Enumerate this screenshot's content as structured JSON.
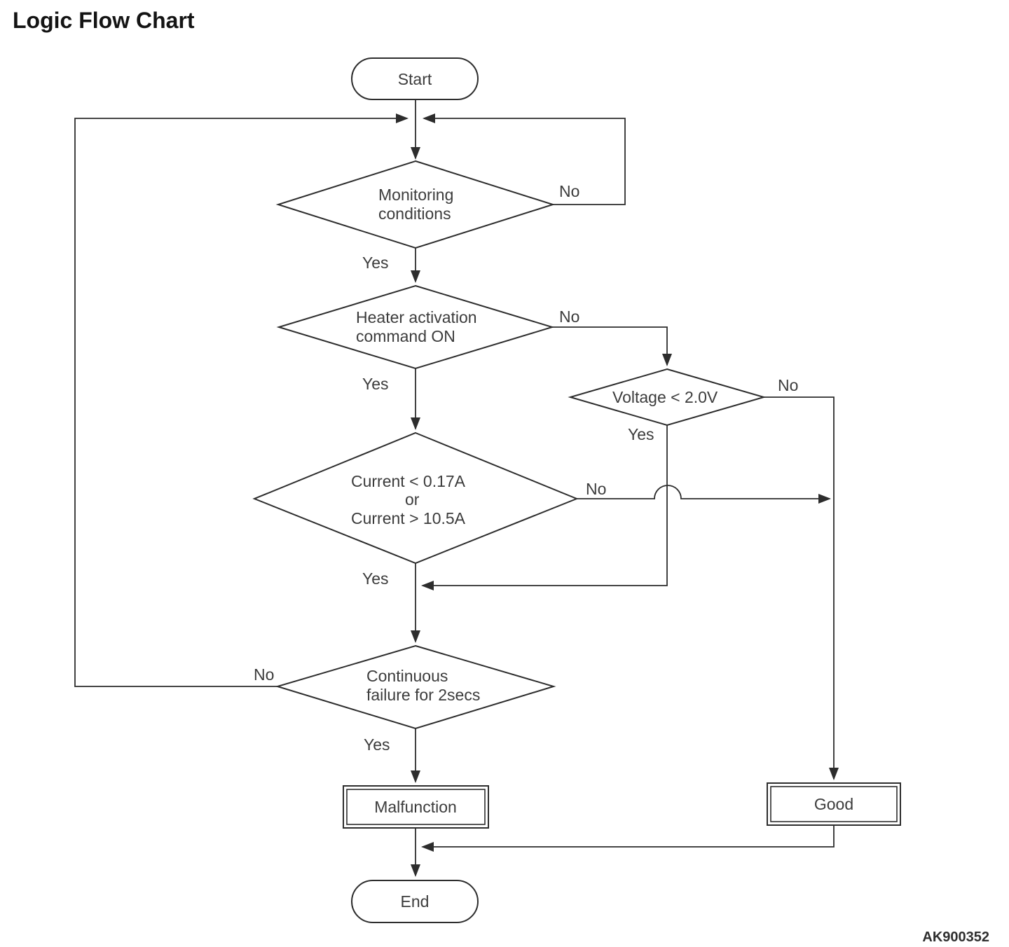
{
  "title": "Logic Flow Chart",
  "figure_code": "AK900352",
  "colors": {
    "line": "#2d2d2d",
    "text": "#3c3c3c",
    "title": "#141414",
    "background": "#ffffff"
  },
  "nodes": {
    "start": {
      "type": "terminator",
      "label": "Start"
    },
    "monitoring": {
      "type": "decision",
      "lines": [
        "Monitoring",
        "conditions"
      ]
    },
    "heater": {
      "type": "decision",
      "lines": [
        "Heater activation",
        "command ON"
      ]
    },
    "voltage": {
      "type": "decision",
      "lines": [
        "Voltage < 2.0V"
      ]
    },
    "current": {
      "type": "decision",
      "lines": [
        "Current < 0.17A",
        "or",
        "Current > 10.5A"
      ]
    },
    "continuous": {
      "type": "decision",
      "lines": [
        "Continuous",
        "failure for 2secs"
      ]
    },
    "malfunction": {
      "type": "process",
      "label": "Malfunction"
    },
    "good": {
      "type": "process",
      "label": "Good"
    },
    "end": {
      "type": "terminator",
      "label": "End"
    }
  },
  "edges": {
    "monitoring_yes": "Yes",
    "monitoring_no": "No",
    "heater_yes": "Yes",
    "heater_no": "No",
    "voltage_yes": "Yes",
    "voltage_no": "No",
    "current_yes": "Yes",
    "current_no": "No",
    "continuous_yes": "Yes",
    "continuous_no": "No"
  }
}
